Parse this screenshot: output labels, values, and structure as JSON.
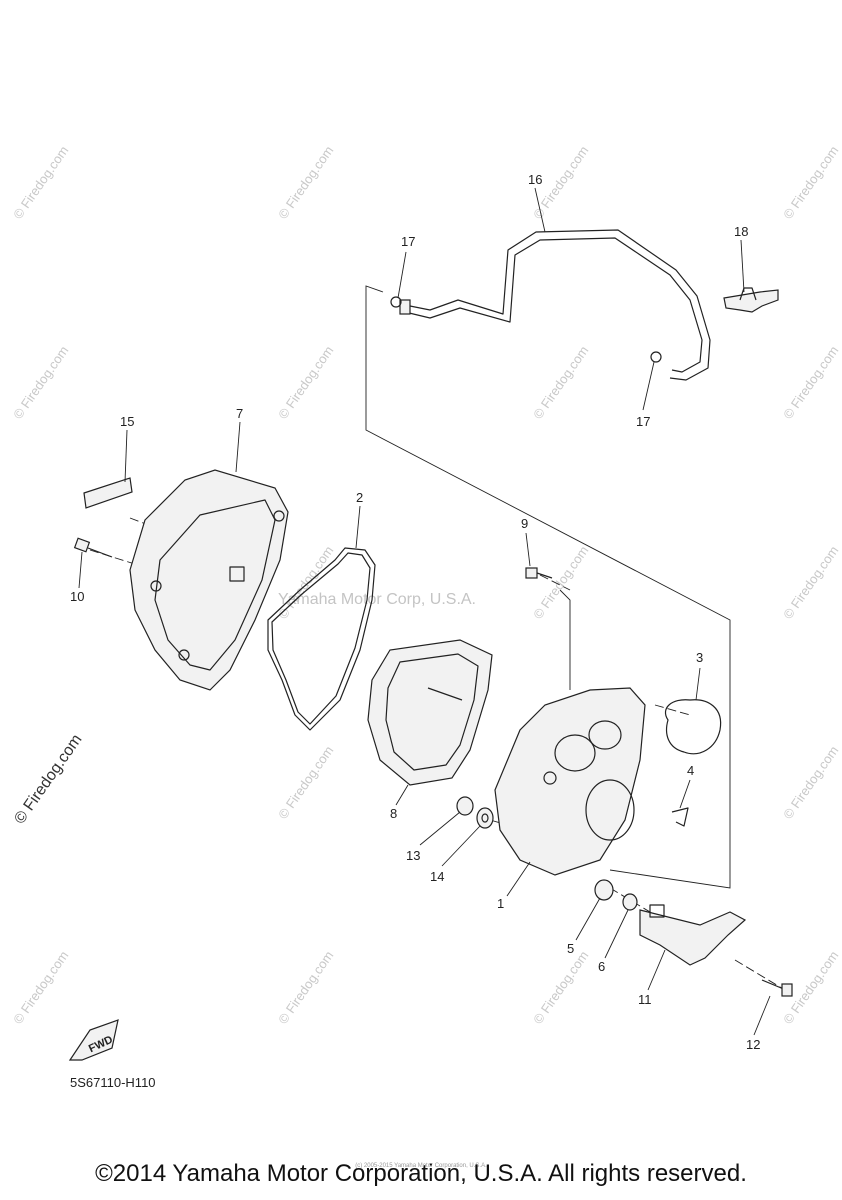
{
  "diagram": {
    "part_code": "5S67110-H110",
    "fwd_label": "FWD",
    "copyright": "©2014 Yamaha Motor Corporation, U.S.A. All rights reserved.",
    "small_copyright": "(c) 2005-2015 Yamaha Motor Corporation, U.S.A.",
    "center_watermark": "Yamaha Motor Corp, U.S.A.",
    "watermark_text": "© Firedog.com",
    "callouts": [
      "1",
      "2",
      "3",
      "4",
      "5",
      "6",
      "7",
      "8",
      "9",
      "10",
      "11",
      "12",
      "13",
      "14",
      "15",
      "16",
      "17",
      "17",
      "18"
    ]
  }
}
